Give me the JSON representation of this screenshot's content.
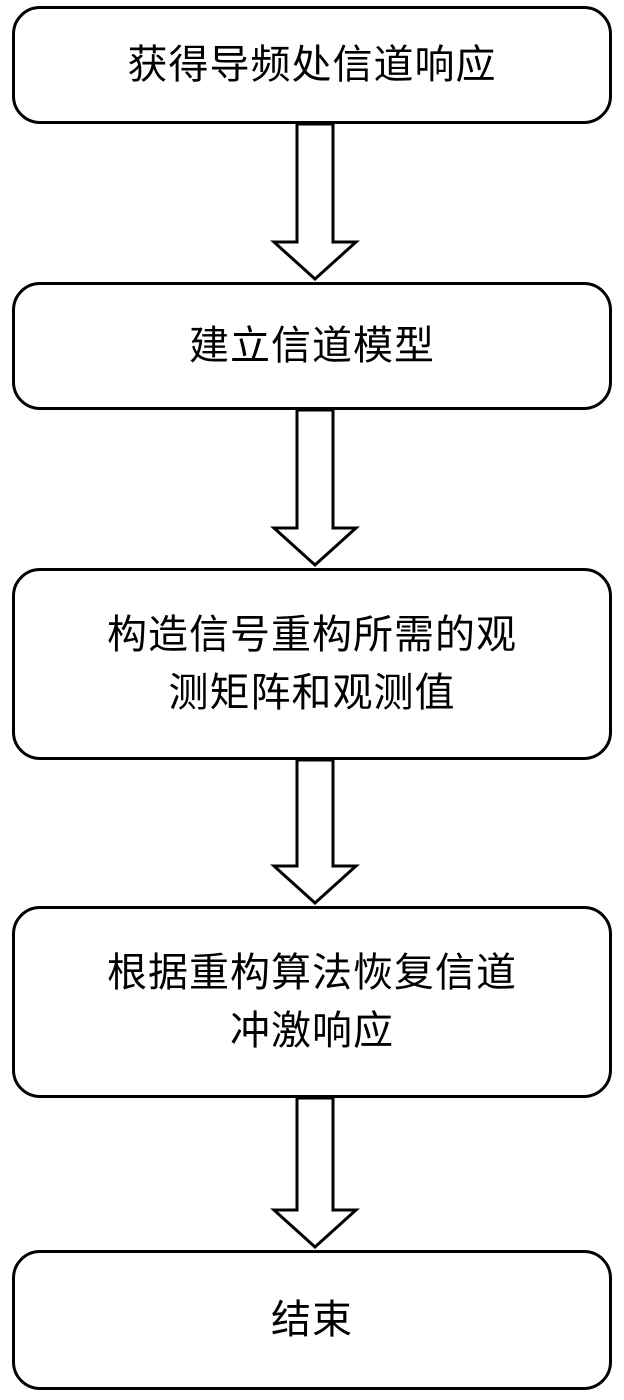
{
  "flowchart": {
    "steps": [
      {
        "id": "step-1",
        "text": "获得导频处信道响应"
      },
      {
        "id": "step-2",
        "text": "建立信道模型"
      },
      {
        "id": "step-3",
        "text": "构造信号重构所需的观\n测矩阵和观测值"
      },
      {
        "id": "step-4",
        "text": "根据重构算法恢复信道\n冲激响应"
      },
      {
        "id": "step-5",
        "text": "结束"
      }
    ]
  }
}
